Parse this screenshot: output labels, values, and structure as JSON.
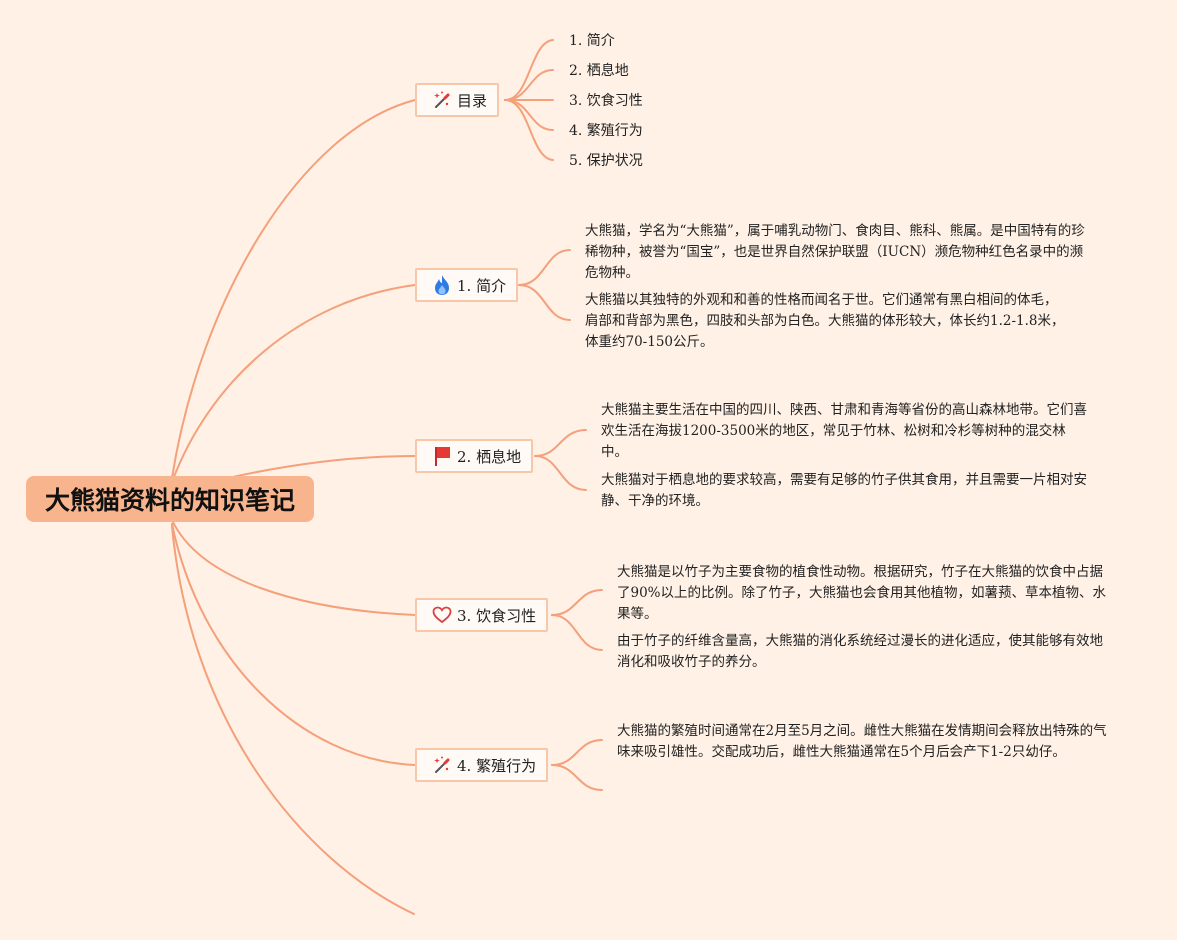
{
  "root": {
    "title": "大熊猫资料的知识笔记"
  },
  "colors": {
    "background": "#fff1e6",
    "line": "#f4a07a",
    "root_fill": "#f8b58d",
    "node_border": "#f6c7a9",
    "icon_red": "#e53935",
    "icon_blue": "#2f7be6"
  },
  "toc": {
    "label": "目录",
    "icon": "magic-wand-icon",
    "items": [
      "1. 简介",
      "2. 栖息地",
      "3. 饮食习性",
      "4. 繁殖行为",
      "5. 保护状况"
    ]
  },
  "sections": [
    {
      "label": "1. 简介",
      "icon": "fire-icon",
      "paragraphs": [
        "大熊猫，学名为“大熊猫”，属于哺乳动物门、食肉目、熊科、熊属。是中国特有的珍稀物种，被誉为“国宝”，也是世界自然保护联盟（IUCN）濒危物种红色名录中的濒危物种。",
        "大熊猫以其独特的外观和和善的性格而闻名于世。它们通常有黑白相间的体毛，肩部和背部为黑色，四肢和头部为白色。大熊猫的体形较大，体长约1.2-1.8米，体重约70-150公斤。"
      ]
    },
    {
      "label": "2. 栖息地",
      "icon": "flag-icon",
      "paragraphs": [
        "大熊猫主要生活在中国的四川、陕西、甘肃和青海等省份的高山森林地带。它们喜欢生活在海拔1200-3500米的地区，常见于竹林、松树和冷杉等树种的混交林中。",
        "大熊猫对于栖息地的要求较高，需要有足够的竹子供其食用，并且需要一片相对安静、干净的环境。"
      ]
    },
    {
      "label": "3. 饮食习性",
      "icon": "heart-icon",
      "paragraphs": [
        "大熊猫是以竹子为主要食物的植食性动物。根据研究，竹子在大熊猫的饮食中占据了90%以上的比例。除了竹子，大熊猫也会食用其他植物，如薯蓣、草本植物、水果等。",
        "由于竹子的纤维含量高，大熊猫的消化系统经过漫长的进化适应，使其能够有效地消化和吸收竹子的养分。"
      ]
    },
    {
      "label": "4. 繁殖行为",
      "icon": "magic-wand-icon",
      "paragraphs": [
        "大熊猫的繁殖时间通常在2月至5月之间。雌性大熊猫在发情期间会释放出特殊的气味来吸引雄性。交配成功后，雌性大熊猫通常在5个月后会产下1-2只幼仔。"
      ]
    }
  ]
}
